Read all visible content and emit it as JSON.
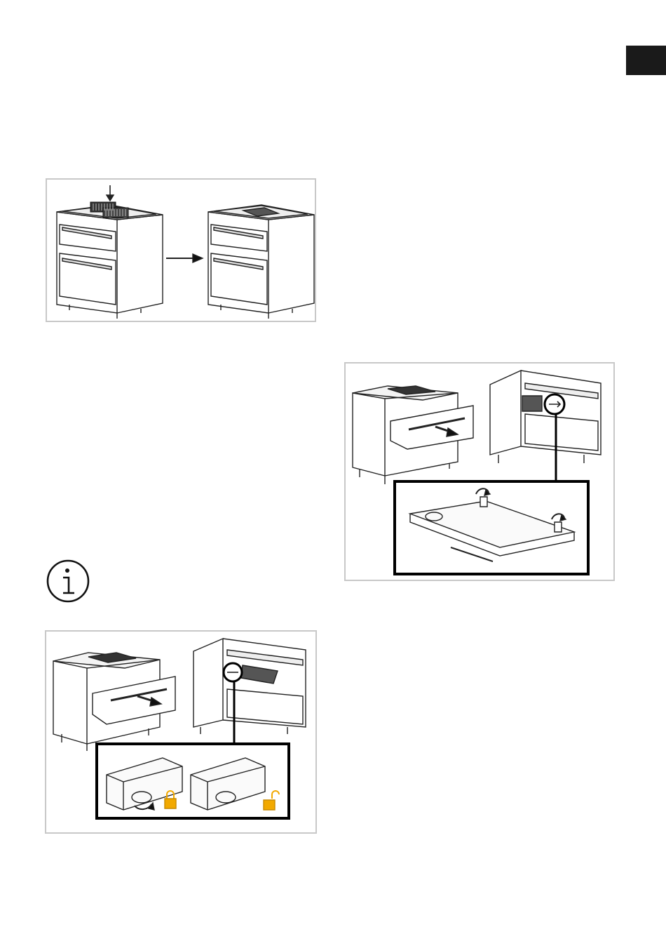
{
  "page": {
    "lang_tab_color": "#1a1a1a",
    "figure_border_color": "#c8c8c8"
  },
  "figures": [
    {
      "id": "fig-insert-filters",
      "icons": [
        "down-arrow-icon",
        "right-arrow-icon"
      ]
    },
    {
      "id": "fig-remove-tray",
      "icons": [
        "pull-arrow-icon",
        "rotate-arrow-icon"
      ]
    },
    {
      "id": "fig-lock-unlock",
      "icons": [
        "pull-arrow-icon",
        "rotate-arrow-icon",
        "lock-closed-icon",
        "lock-open-icon"
      ],
      "lock_color": "#f2a900"
    }
  ],
  "info": {
    "icon": "info-icon"
  }
}
